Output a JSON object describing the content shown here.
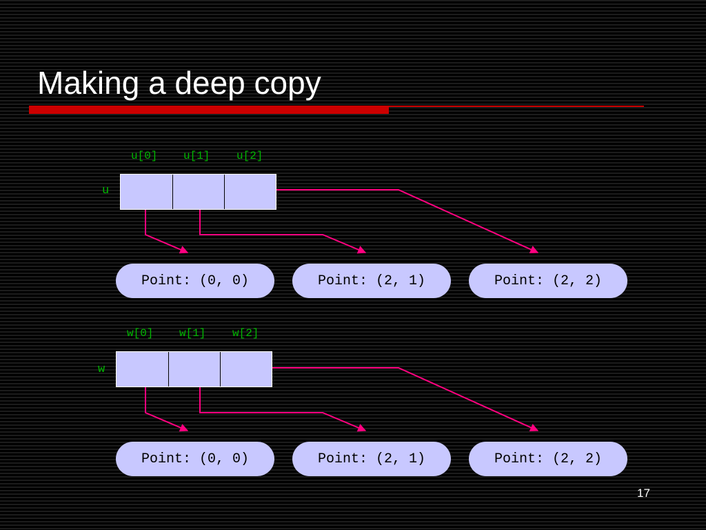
{
  "title": "Making a deep copy",
  "page_number": "17",
  "colors": {
    "accent": "#cc0000",
    "label": "#00b800",
    "box": "#c8c8ff",
    "arrow": "#ff0080"
  },
  "arrays": [
    {
      "name": "u",
      "indices": [
        "u[0]",
        "u[1]",
        "u[2]"
      ],
      "points": [
        "Point: (0, 0)",
        "Point: (2, 1)",
        "Point: (2, 2)"
      ]
    },
    {
      "name": "w",
      "indices": [
        "w[0]",
        "w[1]",
        "w[2]"
      ],
      "points": [
        "Point: (0, 0)",
        "Point: (2, 1)",
        "Point: (2, 2)"
      ]
    }
  ]
}
